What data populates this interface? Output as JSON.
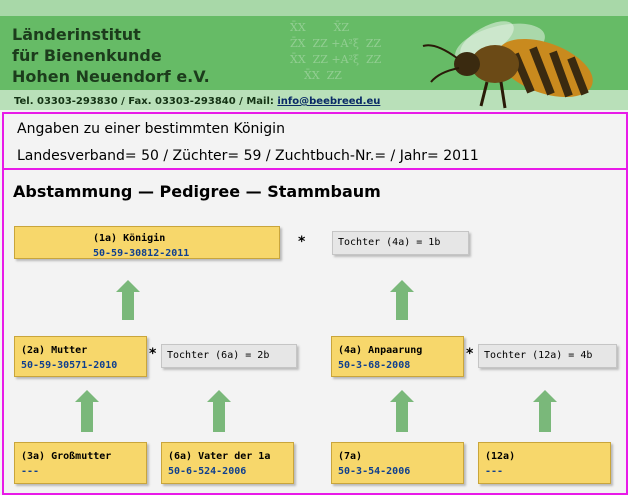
{
  "header": {
    "institute_lines": [
      "Länderinstitut",
      "für Bienenkunde",
      "Hohen Neuendorf e.V."
    ],
    "contact_text": "Tel. 03303-293830 / Fax. 03303-293840 / Mail: ",
    "mail": "info@beebreed.eu",
    "logo_icon": "bee-icon"
  },
  "queen_info": {
    "title": "Angaben zu einer bestimmten Königin",
    "details": "Landesverband= 50 / Züchter= 59 / Zuchtbuch-Nr.= / Jahr= 2011"
  },
  "pedigree": {
    "title": "Abstammung — Pedigree — Stammbaum",
    "star": "*",
    "queen": {
      "label": "(1a) Königin",
      "id": "50-59-30812-2011"
    },
    "daughter_4a": "Tochter (4a) = 1b",
    "mother": {
      "label": "(2a) Mutter",
      "id": "50-59-30571-2010"
    },
    "daughter_6a": "Tochter (6a) = 2b",
    "mating": {
      "label": "(4a) Anpaarung",
      "id": "50-3-68-2008"
    },
    "daughter_12a": "Tochter (12a) = 4b",
    "grandmother": {
      "label": "(3a) Großmutter",
      "id": "---"
    },
    "father": {
      "label": "(6a) Vater der 1a",
      "id": "50-6-524-2006"
    },
    "node_7a": {
      "label": "(7a)",
      "id": "50-3-54-2006"
    },
    "node_12a": {
      "label": "(12a)",
      "id": "---"
    },
    "arrow_icon": "arrow-up-icon",
    "colors": {
      "node": "#f7d76b",
      "label_box": "#e6e6e6",
      "arrow": "#7ab87a",
      "border": "#e81ae8"
    }
  }
}
